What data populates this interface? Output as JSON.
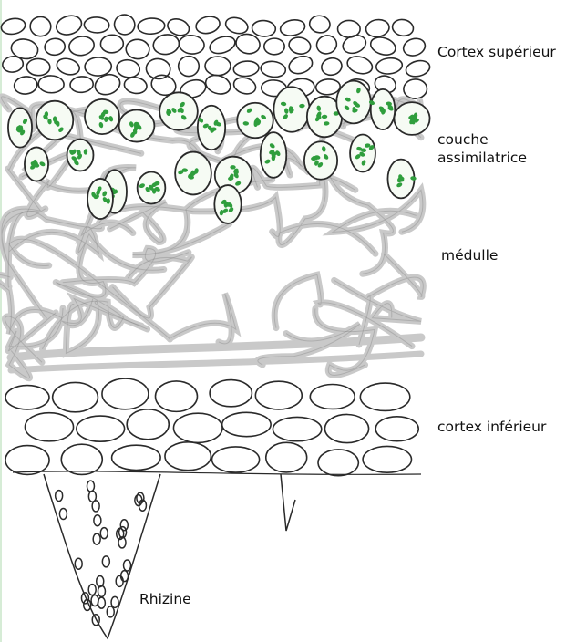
{
  "labels": {
    "cortex_superieur": "Cortex supérieur",
    "couche_line1": "couche",
    "couche_line2": "assimilatrice",
    "medulle": "médulle",
    "cortex_inferieur": "cortex inférieur",
    "rhizine": "Rhizine"
  },
  "colors": {
    "algae": "#2f9e3d",
    "ink": "#2a2a2a",
    "hyphae": "#cfcfcf"
  }
}
